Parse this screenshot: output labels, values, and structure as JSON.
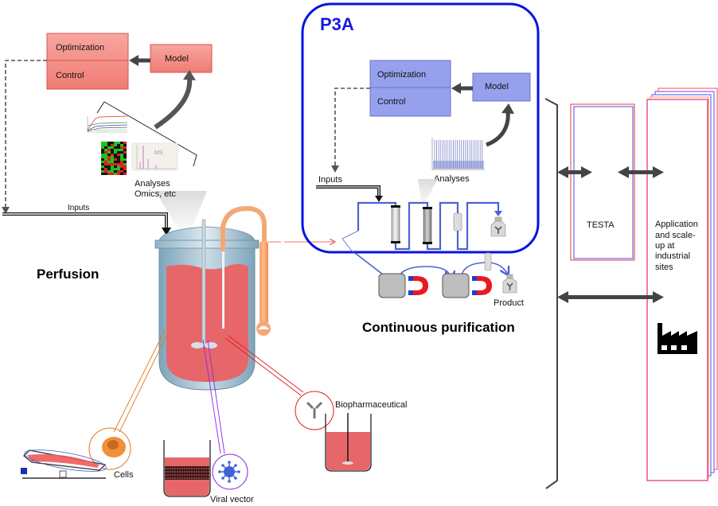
{
  "perfusion": {
    "title": "Perfusion",
    "optimization_label": "Optimization",
    "control_label": "Control",
    "model_label": "Model",
    "analyses_line1": "Analyses",
    "analyses_line2": "Omics, etc",
    "ms_label": "MS",
    "inputs_label": "Inputs",
    "box_color": "#f4918a"
  },
  "p3a": {
    "title": "P3A",
    "optimization_label": "Optimization",
    "control_label": "Control",
    "model_label": "Model",
    "analyses_label": "Analyses",
    "inputs_label": "Inputs",
    "border_color": "#0a12e0",
    "box_color": "#97a0ec"
  },
  "purification": {
    "title": "Continuous purification",
    "product_label": "Product"
  },
  "products": {
    "cells_label": "Cells",
    "viral_vector_label": "Viral vector",
    "biopharmaceutical_label": "Biopharmaceutical"
  },
  "right_panel": {
    "testa_label": "TESTA",
    "application_lines": [
      "Application",
      "and scale-",
      "up at",
      "industrial",
      "sites"
    ]
  }
}
